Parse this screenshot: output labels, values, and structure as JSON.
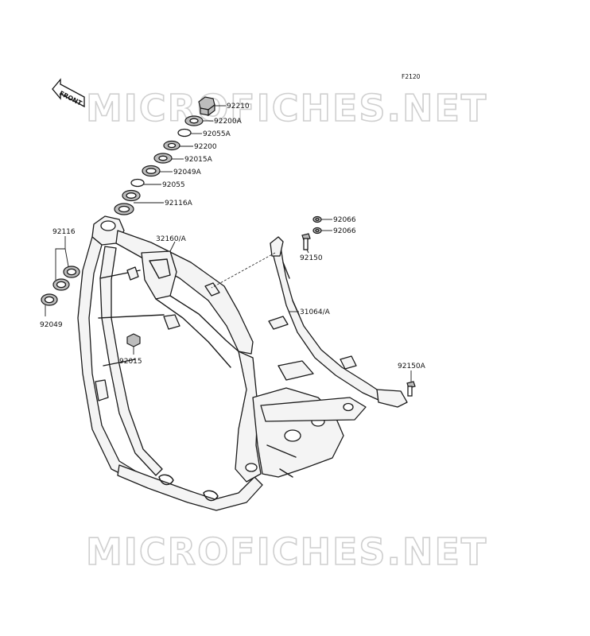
{
  "figure_code": "F2120",
  "front_marker": "FRONT",
  "watermark": "MICROFICHES.NET",
  "parts": {
    "p92210": "92210",
    "p92200A": "92200A",
    "p92055A": "92055A",
    "p92200": "92200",
    "p92015A": "92015A",
    "p92049A": "92049A",
    "p92055": "92055",
    "p92116A": "92116A",
    "p92116": "92116",
    "p92049": "92049",
    "p32160A": "32160/A",
    "p92015": "92015",
    "p92066_upper": "92066",
    "p92066_lower": "92066",
    "p92150": "92150",
    "p31064A": "31064/A",
    "p92150A": "92150A"
  },
  "colors": {
    "line": "#1a1a1a",
    "watermark_outline": "#cfcfcf",
    "part_shade": "#bdbdbd"
  }
}
